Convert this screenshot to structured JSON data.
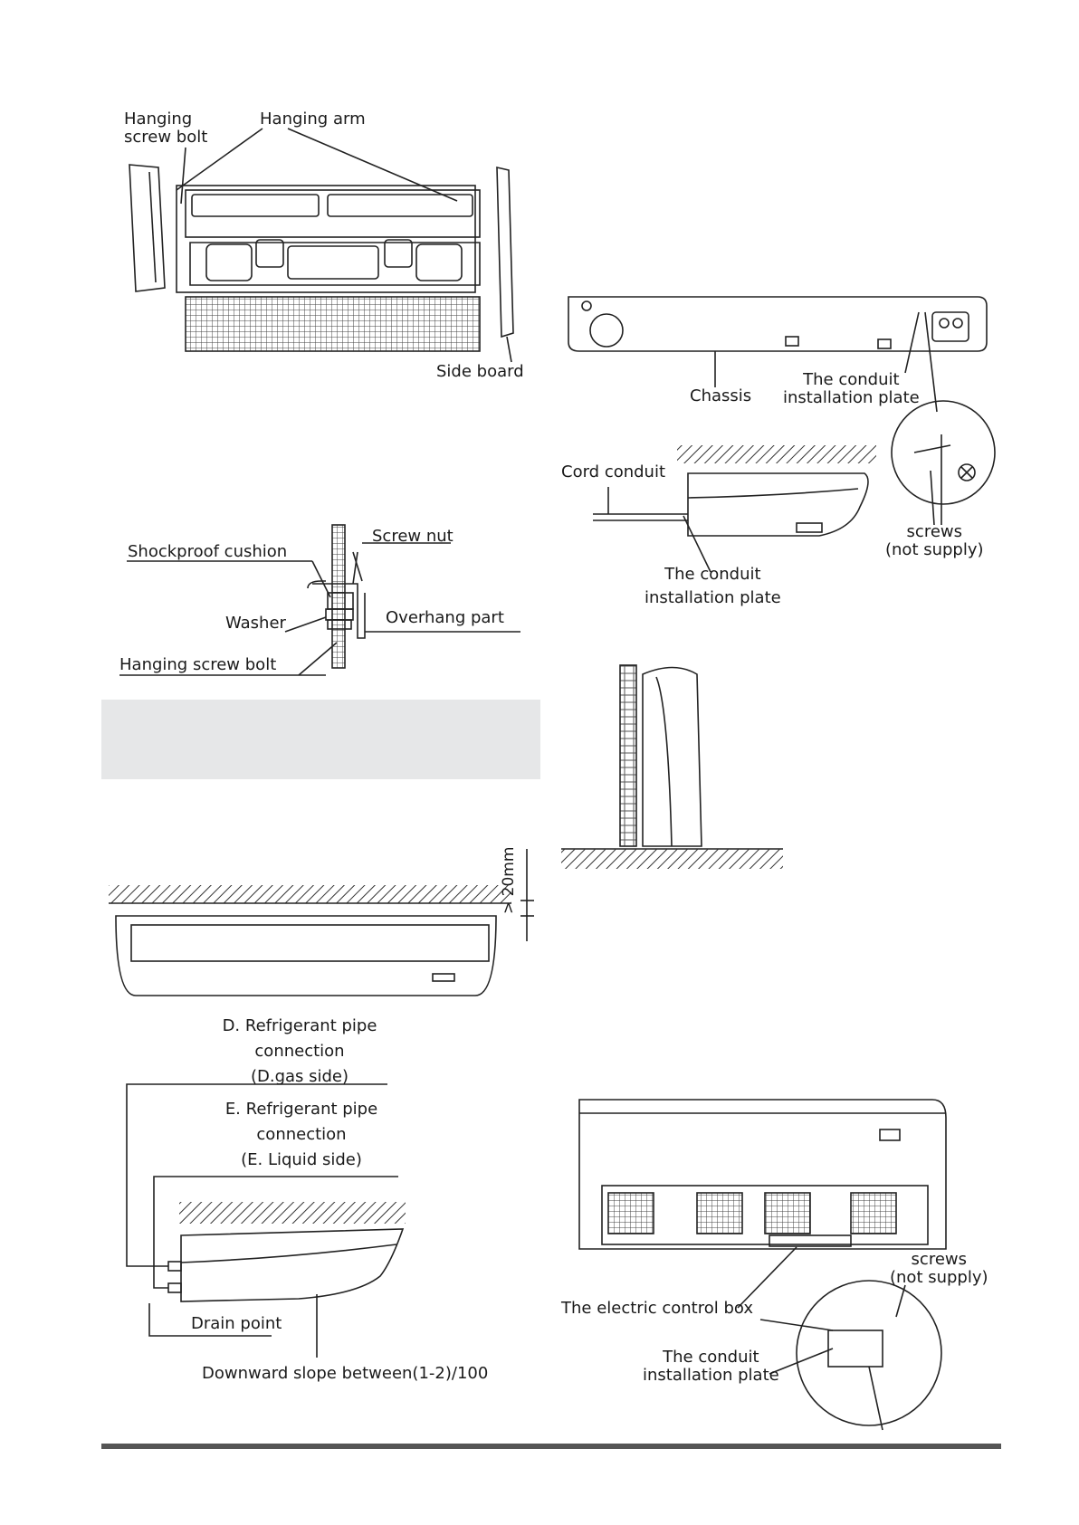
{
  "labels": {
    "hanging_screw_bolt_top": "Hanging\nscrew bolt",
    "hanging_arm": "Hanging arm",
    "side_board": "Side board",
    "chassis": "Chassis",
    "conduit_plate_1": "The  conduit\ninstallation plate",
    "cord_conduit": "Cord conduit",
    "screws_1": "screws\n(not supply)",
    "conduit_plate_2": "The conduit\ninstallation plate",
    "screw_nut": "Screw nut",
    "shockproof_cushion": "Shockproof cushion",
    "washer": "Washer",
    "overhang_part": "Overhang part",
    "hanging_screw_bolt": "Hanging screw bolt",
    "clearance": "> 20mm",
    "d_pipe": "D. Refrigerant pipe\nconnection\n(D.gas side)",
    "e_pipe": "E. Refrigerant pipe\nconnection\n(E. Liquid side)",
    "drain_point": "Drain point",
    "downward_slope": "Downward slope between(1-2)/100",
    "electric_control_box": "The electric control box",
    "screws_2": "screws\n(not supply)",
    "conduit_plate_3": "The  conduit\ninstallation plate"
  }
}
